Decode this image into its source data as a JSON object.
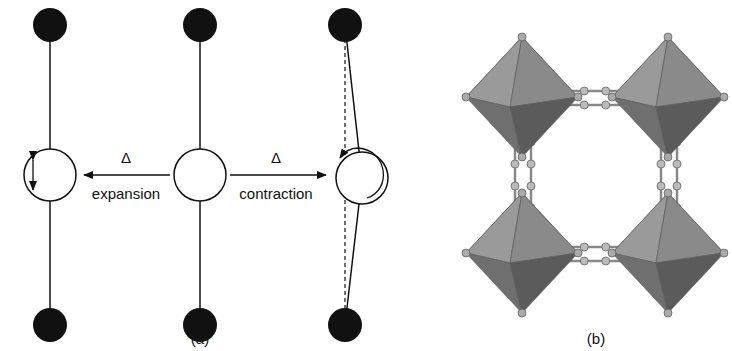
{
  "diagram": {
    "labels": [
      "Δ",
      "expansion",
      "Δ",
      "contraction",
      "(a)",
      "(b)"
    ]
  }
}
